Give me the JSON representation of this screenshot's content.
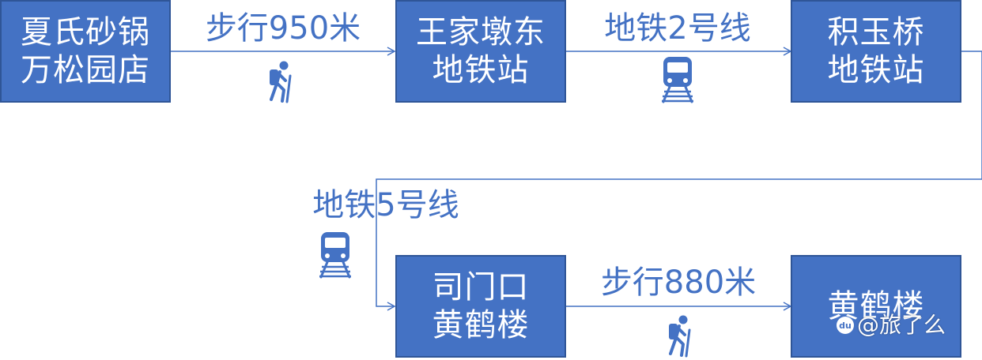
{
  "colors": {
    "box_fill": "#4472c4",
    "box_border": "#2f5597",
    "box_text": "#ffffff",
    "label_text": "#4472c4",
    "connector": "#4472c4"
  },
  "nodes": {
    "start": {
      "line1": "夏氏砂锅",
      "line2": "万松园店"
    },
    "wangjiadun": {
      "line1": "王家墩东",
      "line2": "地铁站"
    },
    "jiyuqiao": {
      "line1": "积玉桥",
      "line2": "地铁站"
    },
    "simenkou": {
      "line1": "司门口",
      "line2": "黄鹤楼"
    },
    "end": {
      "line1": "黄鹤楼"
    }
  },
  "edges": {
    "walk1": {
      "label": "步行950米",
      "icon": "hiker-icon"
    },
    "metro2": {
      "label": "地铁2号线",
      "icon": "metro-train-icon"
    },
    "metro5": {
      "label": "地铁5号线",
      "icon": "metro-train-icon"
    },
    "walk2": {
      "label": "步行880米",
      "icon": "hiker-icon"
    }
  },
  "watermark": {
    "badge": "du",
    "text": "@旅了么"
  }
}
